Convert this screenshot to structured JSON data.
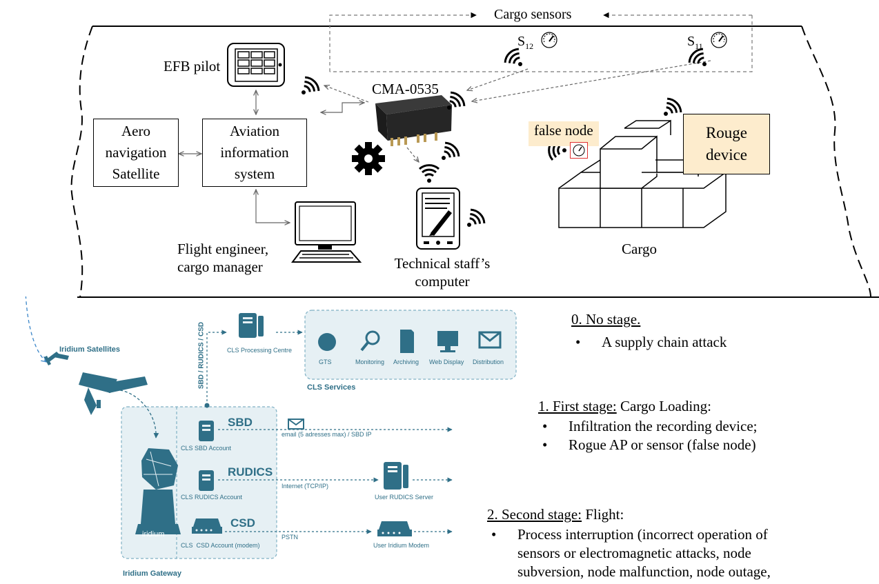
{
  "top": {
    "cargo_sensors": "Cargo sensors",
    "s12_base": "S",
    "s12_sub": "12",
    "s11_base": "S",
    "s11_sub": "11",
    "efb": "EFB pilot",
    "cma": "CMA-0535",
    "aero_lines": [
      "Aero",
      "navigation",
      "Satellite"
    ],
    "ais_lines": [
      "Aviation",
      "information",
      "system"
    ],
    "false_node": "false node",
    "rouge_lines": [
      "Rouge",
      "device"
    ],
    "cargo": "Cargo",
    "flight_eng_lines": [
      "Flight engineer,",
      "cargo manager"
    ],
    "tech_lines": [
      "Technical staff’s",
      "computer"
    ]
  },
  "bottom": {
    "iridium_satellites": "Iridium Satellites",
    "sbd_vertical": "SBD / RUDICS / CSD",
    "cls_processing": "CLS Processing Centre",
    "services": [
      "GTS",
      "Monitoring",
      "Archiving",
      "Web Display",
      "Distribution"
    ],
    "cls_services": "CLS Services",
    "sbd": "SBD",
    "cls_sbd_account": "CLS SBD Account",
    "email": "email (5 adresses max) / SBD IP",
    "rudics": "RUDICS",
    "cls_rudics_account": "CLS RUDICS Account",
    "internet": "Internet (TCP/IP)",
    "user_rudics_server": "User RUDICS Server",
    "csd": "CSD",
    "cls_csd_account": "CLS  CSD Account (modem)",
    "pstn": "PSTN",
    "user_iridium_modem": "User Iridium Modem",
    "iridium_logo": "iridium",
    "iridium_gateway": "Iridium Gateway"
  },
  "stages": {
    "s0": {
      "title": "0. No stage.",
      "items": [
        "A supply chain attack"
      ]
    },
    "s1": {
      "title_u": "1. First stage:",
      "title_rest": " Cargo Loading:",
      "items": [
        "Infiltration the recording device;",
        "Rogue AP or sensor (false node)"
      ]
    },
    "s2": {
      "title_u": "2. Second stage:",
      "title_rest": " Flight:",
      "items": [
        "Process interruption (incorrect operation of",
        "sensors or electromagnetic attacks, node",
        "subversion, node malfunction, node outage,"
      ]
    }
  },
  "colors": {
    "accent_blue": "#2f6f87",
    "tag_bg": "#fdeccd",
    "panel_bg": "#e6f0f4"
  }
}
